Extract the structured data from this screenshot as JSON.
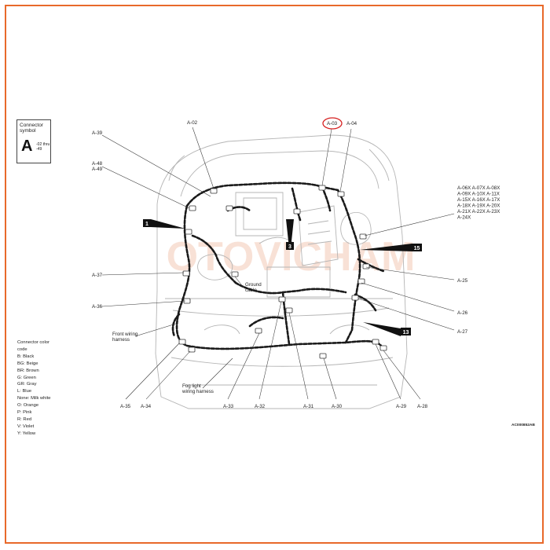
{
  "symbol_box": {
    "title": "Connector symbol",
    "letter": "A",
    "range": "-02 thru -49"
  },
  "connectors": {
    "a39": "A-39",
    "a02": "A-02",
    "a03": "A-03",
    "a04": "A-04",
    "a48": "A-48",
    "a49": "A-49",
    "a37": "A-37",
    "a36": "A-36",
    "a35": "A-35",
    "a34": "A-34",
    "a33": "A-33",
    "a32": "A-32",
    "a31": "A-31",
    "a30": "A-30",
    "a29": "A-29",
    "a28": "A-28",
    "a27": "A-27",
    "a26": "A-26",
    "a25": "A-25",
    "group": [
      "A-06X A-07X A-08X",
      "A-09X A-10X A-11X",
      "A-15X A-16X A-17X",
      "A-18X A-19X A-20X",
      "A-21X A-22X A-23X",
      "A-24X"
    ]
  },
  "labels": {
    "ground_cable": [
      "Ground",
      "cable"
    ],
    "front_harness": [
      "Front wiring",
      "harness"
    ],
    "fog_harness": [
      "Fog light",
      "wiring harness"
    ]
  },
  "pointer_numbers": {
    "p1": "1",
    "p3": "3",
    "p13": "13",
    "p15": "15"
  },
  "color_legend": {
    "title": [
      "Connector color",
      "code"
    ],
    "items": [
      "B: Black",
      "BG: Beige",
      "BR: Brown",
      "G: Green",
      "GR: Gray",
      "L: Blue",
      "None: Milk white",
      "O: Orange",
      "P: Pink",
      "R: Red",
      "V: Violet",
      "Y: Yellow"
    ]
  },
  "figure_code": "AC000852AB",
  "watermark": "OTOVICHAM",
  "colors": {
    "frame": "#e8692a",
    "highlight_circle": "#d62020",
    "watermark": "#f3c9b5"
  }
}
